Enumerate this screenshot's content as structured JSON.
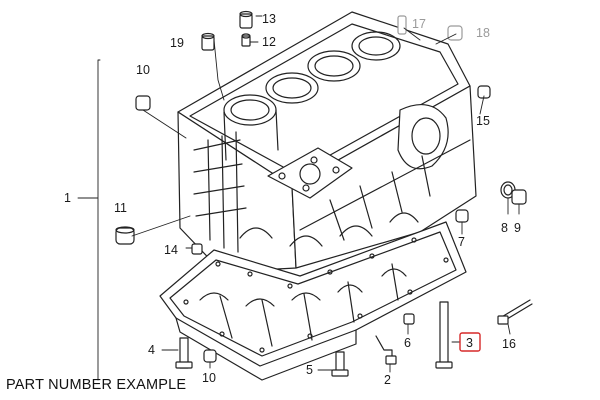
{
  "callouts": {
    "c1": "1",
    "c2": "2",
    "c3": "3",
    "c4": "4",
    "c5": "5",
    "c6": "6",
    "c7": "7",
    "c8": "8",
    "c9": "9",
    "c10a": "10",
    "c10b": "10",
    "c11": "11",
    "c12": "12",
    "c13": "13",
    "c14": "14",
    "c15": "15",
    "c16": "16",
    "c17": "17",
    "c18": "18",
    "c19": "19"
  },
  "highlight_color": "#d62828",
  "faded_color": "#9a9a9a",
  "footer": {
    "caption": "PART NUMBER EXAMPLE"
  }
}
